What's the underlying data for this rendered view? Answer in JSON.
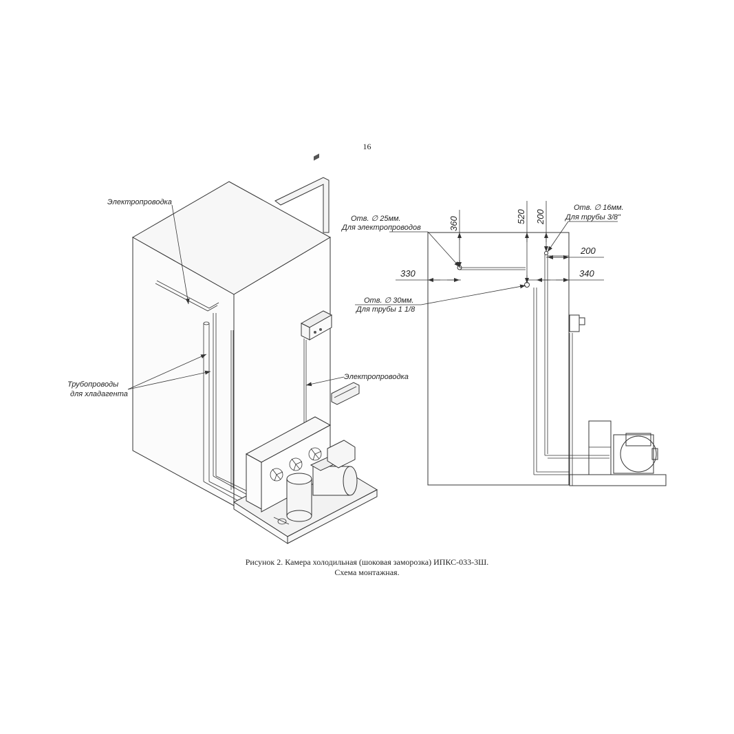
{
  "page": {
    "number": "16"
  },
  "caption": {
    "line1": "Рисунок 2. Камера холодильная (шоковая заморозка) ИПКС-033-3Ш.",
    "line2": "Схема монтажная."
  },
  "isometric_view": {
    "label_wiring_top": "Электропроводка",
    "label_wiring_side": "Электропроводка",
    "label_pipes_line1": "Трубопроводы",
    "label_pipes_line2": "для хладагента"
  },
  "side_view": {
    "hole_25_line1": "Отв. ∅ 25мм.",
    "hole_25_line2": "Для электропроводов",
    "hole_30_line1": "Отв. ∅ 30мм.",
    "hole_30_line2": "Для трубы 1 1/8",
    "hole_16_line1": "Отв. ∅ 16мм.",
    "hole_16_line2": "Для трубы 3/8\"",
    "dim_360": "360",
    "dim_520": "520",
    "dim_200_vertical": "200",
    "dim_200_horizontal": "200",
    "dim_330": "330",
    "dim_340": "340"
  }
}
